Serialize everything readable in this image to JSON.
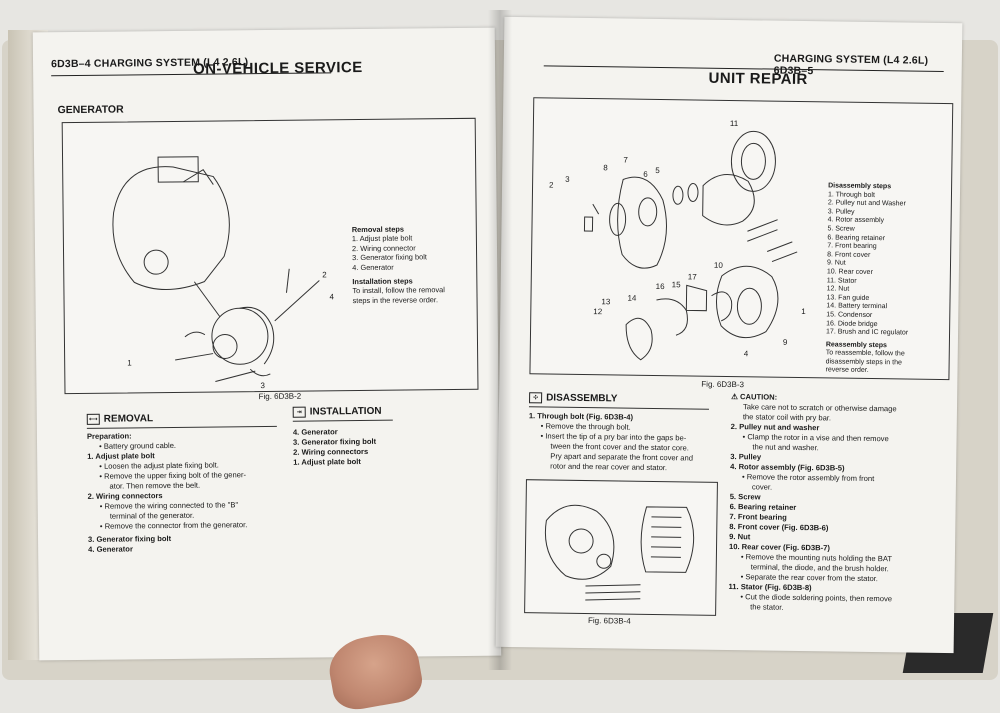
{
  "left": {
    "header": "6D3B–4  CHARGING SYSTEM (L4 2.6L)",
    "section_title": "ON-VEHICLE SERVICE",
    "sub_title": "GENERATOR",
    "removal_steps_title": "Removal steps",
    "removal_steps": [
      "1. Adjust plate bolt",
      "2. Wiring connector",
      "3. Generator fixing bolt",
      "4. Generator"
    ],
    "installation_steps_title": "Installation steps",
    "installation_text": [
      "To install, follow the removal",
      "steps in the reverse order."
    ],
    "callouts": [
      "1",
      "2",
      "3",
      "4"
    ],
    "fig_caption": "Fig. 6D3B-2",
    "removal_heading": "REMOVAL",
    "installation_heading": "INSTALLATION",
    "preparation_label": "Preparation:",
    "preparation_item": "•  Battery ground cable.",
    "removal_items": [
      {
        "title": "1.   Adjust plate bolt",
        "lines": [
          "•  Loosen the adjust plate fixing bolt.",
          "•  Remove the upper fixing bolt of the gener-",
          "ator. Then remove the belt."
        ]
      },
      {
        "title": "2.   Wiring connectors",
        "lines": [
          "•  Remove the wiring connected to the \"B\"",
          "terminal of the generator.",
          "•  Remove the connector from the generator."
        ]
      },
      {
        "title": "3.   Generator fixing bolt",
        "lines": []
      },
      {
        "title": "4.   Generator",
        "lines": []
      }
    ],
    "installation_items": [
      "4.    Generator",
      "3.    Generator fixing bolt",
      "2.    Wiring connectors",
      "1.    Adjust plate bolt"
    ]
  },
  "right": {
    "header": "CHARGING SYSTEM (L4 2.6L)  6D3B–5",
    "section_title": "UNIT REPAIR",
    "disassembly_steps_title": "Disassembly steps",
    "disassembly_steps": [
      "1. Through bolt",
      "2. Pulley nut and Washer",
      "3. Pulley",
      "4. Rotor assembly",
      "5. Screw",
      "6. Bearing retainer",
      "7. Front bearing",
      "8. Front cover",
      "9. Nut",
      "10. Rear cover",
      "11. Stator",
      "12. Nut",
      "13. Fan guide",
      "14. Battery terminal",
      "15. Condensor",
      "16. Diode bridge",
      "17. Brush and IC regulator"
    ],
    "reassembly_steps_title": "Reassembly steps",
    "reassembly_text": [
      "To reassemble, follow the",
      "disassembly steps in the",
      "reverse order."
    ],
    "callouts": [
      "11",
      "7",
      "8",
      "6",
      "5",
      "2",
      "3",
      "10",
      "13",
      "14",
      "16",
      "15",
      "17",
      "12",
      "1",
      "9",
      "4"
    ],
    "fig_caption": "Fig. 6D3B-3",
    "disassembly_heading": "DISASSEMBLY",
    "col1": [
      {
        "title": "1.   Through bolt (Fig. 6D3B-4)",
        "lines": [
          "•  Remove the through bolt.",
          "•  Insert the tip of a pry bar into the gaps be-",
          "tween the front cover and the stator core.",
          "Pry apart and separate the front cover and",
          "rotor and the rear cover and stator."
        ]
      }
    ],
    "fig4_caption": "Fig. 6D3B-4",
    "caution_title": "CAUTION:",
    "caution_lines": [
      "Take care not to scratch or otherwise damage",
      "the stator coil with pry bar."
    ],
    "col2": [
      {
        "title": "2.   Pulley nut and washer",
        "lines": [
          "•  Clamp the rotor in a vise and then remove",
          "the nut and washer."
        ]
      },
      {
        "title": "3.   Pulley",
        "lines": []
      },
      {
        "title": "4.   Rotor assembly (Fig. 6D3B-5)",
        "lines": [
          "•  Remove the rotor assembly from front",
          "cover."
        ]
      },
      {
        "title": "5.   Screw",
        "lines": []
      },
      {
        "title": "6.   Bearing retainer",
        "lines": []
      },
      {
        "title": "7.   Front bearing",
        "lines": []
      },
      {
        "title": "8.   Front cover (Fig. 6D3B-6)",
        "lines": []
      },
      {
        "title": "9.   Nut",
        "lines": []
      },
      {
        "title": "10.  Rear cover (Fig. 6D3B-7)",
        "lines": [
          "•  Remove the mounting nuts holding the BAT",
          "terminal, the diode, and the brush holder.",
          "•  Separate the rear cover from the stator."
        ]
      },
      {
        "title": "11.  Stator (Fig. 6D3B-8)",
        "lines": [
          "•  Cut the diode soldering points, then remove",
          "the stator."
        ]
      }
    ]
  }
}
